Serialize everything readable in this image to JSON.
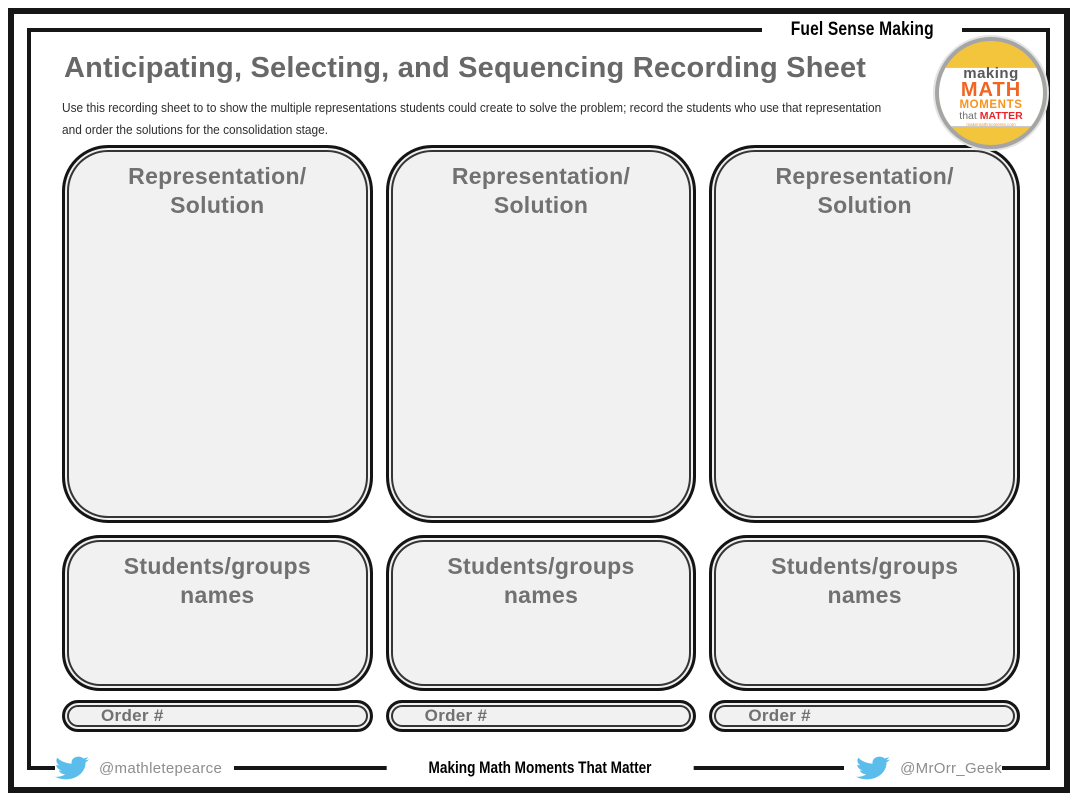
{
  "header": {
    "badge": "Fuel Sense Making",
    "title": "Anticipating, Selecting, and Sequencing Recording Sheet",
    "description_line1": "Use this recording sheet to to show the multiple representations students could create to solve the problem; record the students who use that representation",
    "description_line2": "and order the solutions for the consolidation stage."
  },
  "logo": {
    "line1": "making",
    "line2": "MATH",
    "line3": "MOMENTS",
    "line4_small": "that ",
    "line4_big": "MATTER",
    "url": "makemathmoments.com"
  },
  "columns": [
    {
      "rep_line1": "Representation/",
      "rep_line2": "Solution",
      "students_line1": "Students/groups",
      "students_line2": "names",
      "order_label": "Order #"
    },
    {
      "rep_line1": "Representation/",
      "rep_line2": "Solution",
      "students_line1": "Students/groups",
      "students_line2": "names",
      "order_label": "Order #"
    },
    {
      "rep_line1": "Representation/",
      "rep_line2": "Solution",
      "students_line1": "Students/groups",
      "students_line2": "names",
      "order_label": "Order #"
    }
  ],
  "footer": {
    "left_handle": "@mathletepearce",
    "center_text": "Making Math Moments That Matter",
    "right_handle": "@MrOrr_Geek"
  },
  "colors": {
    "twitter_blue": "#5bbdeb",
    "box_fill": "#f1f1f2",
    "label_gray": "#717171",
    "logo_yellow": "#f2c53d",
    "logo_orange": "#f26422",
    "logo_red": "#e8262a"
  }
}
